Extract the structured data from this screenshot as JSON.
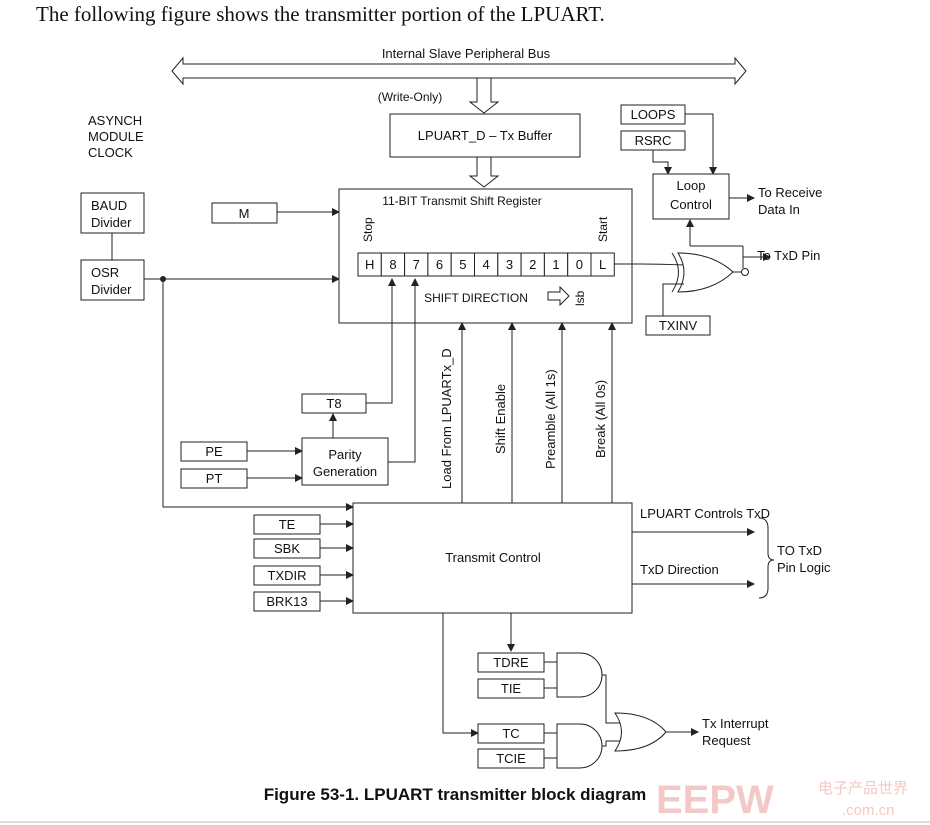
{
  "intro_text": "The following figure shows the transmitter portion of the LPUART.",
  "diagram": {
    "bus_label": "Internal Slave Peripheral Bus",
    "write_only": "(Write-Only)",
    "tx_buffer": "LPUART_D – Tx Buffer",
    "clock_label_1": "ASYNCH",
    "clock_label_2": "MODULE",
    "clock_label_3": "CLOCK",
    "baud_1": "BAUD",
    "baud_2": "Divider",
    "osr_1": "OSR",
    "osr_2": "Divider",
    "m_box": "M",
    "shift_reg_title": "11-BIT Transmit Shift Register",
    "stop_label": "Stop",
    "start_label": "Start",
    "bits": [
      "H",
      "8",
      "7",
      "6",
      "5",
      "4",
      "3",
      "2",
      "1",
      "0",
      "L"
    ],
    "shift_direction": "SHIFT DIRECTION",
    "lsb": "lsb",
    "loops": "LOOPS",
    "rsrc": "RSRC",
    "loop_control_1": "Loop",
    "loop_control_2": "Control",
    "to_receive_1": "To Receive",
    "to_receive_2": "Data In",
    "to_txd_pin": "To TxD Pin",
    "txinv": "TXINV",
    "t8": "T8",
    "pe": "PE",
    "pt": "PT",
    "parity_1": "Parity",
    "parity_2": "Generation",
    "load_from": "Load From LPUARTx_D",
    "shift_enable": "Shift Enable",
    "preamble": "Preamble (All 1s)",
    "break_label": "Break (All 0s)",
    "te": "TE",
    "sbk": "SBK",
    "txdir": "TXDIR",
    "brk13": "BRK13",
    "transmit_control": "Transmit Control",
    "lpuart_controls_txd": "LPUART Controls TxD",
    "txd_direction": "TxD Direction",
    "to_txd_1": "TO TxD",
    "to_txd_2": "Pin Logic",
    "tdre": "TDRE",
    "tie": "TIE",
    "tc": "TC",
    "tcie": "TCIE",
    "tx_interrupt_1": "Tx Interrupt",
    "tx_interrupt_2": "Request"
  },
  "caption": "Figure 53-1. LPUART transmitter block diagram",
  "watermark": {
    "logo": "EEPW",
    "site": "电子产品世界",
    "domain": ".com.cn"
  }
}
